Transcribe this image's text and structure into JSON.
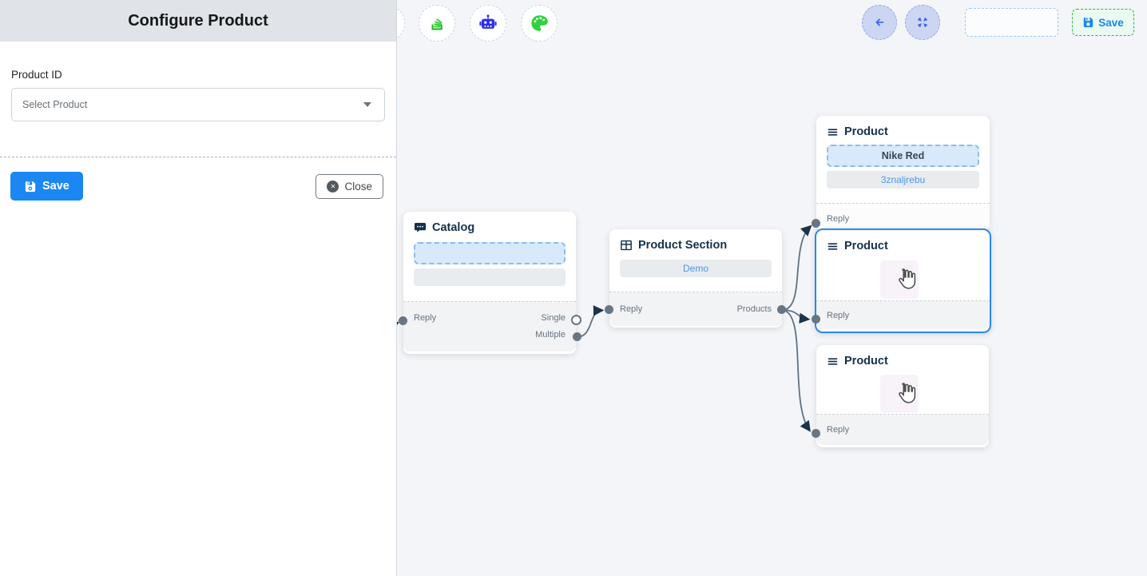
{
  "panel": {
    "title": "Configure Product",
    "field_label": "Product ID",
    "select_value": "Select Product",
    "save_label": "Save",
    "close_label": "Close"
  },
  "topbar": {
    "save_label": "Save",
    "icons": {
      "back": "arrow-left-icon",
      "fit": "compress-icon",
      "stack": "stack-icon",
      "robot": "robot-icon",
      "palette": "palette-icon"
    }
  },
  "nodes": {
    "catalog": {
      "title": "Catalog",
      "reply": "Reply",
      "single": "Single",
      "multiple": "Multiple"
    },
    "section": {
      "title": "Product Section",
      "button": "Demo",
      "reply": "Reply",
      "products": "Products"
    },
    "product1": {
      "title": "Product",
      "field1": "Nike Red",
      "field2": "3znaljrebu",
      "reply": "Reply"
    },
    "product2": {
      "title": "Product",
      "reply": "Reply"
    },
    "product3": {
      "title": "Product",
      "reply": "Reply"
    }
  },
  "colors": {
    "primary_blue": "#1b87f2",
    "link_blue": "#4a97ef",
    "node_header_navy": "#14314d",
    "edge_gray": "#5e7283",
    "arrow_navy": "#1d3349",
    "selected_border": "#2b87f2",
    "canvas_bg": "#f4f5f8",
    "panel_header_bg": "#e0e3e8",
    "green_accent": "#2eb845",
    "green_bg": "#eafaf0",
    "lavender_bg": "#ccd6f2",
    "blue_pill_bg": "#d8e9fb",
    "gray_pill_bg": "#e9ecef"
  }
}
